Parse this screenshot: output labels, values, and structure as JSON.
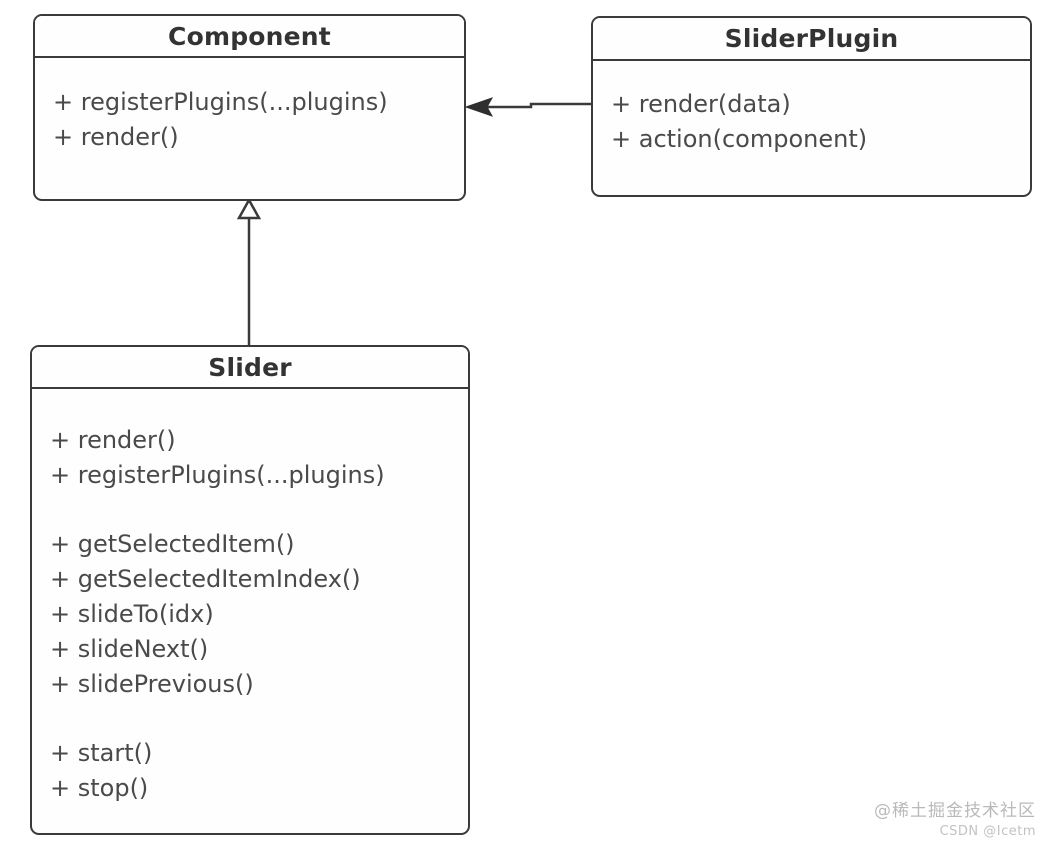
{
  "diagram": {
    "type": "uml-class-diagram",
    "classes": [
      {
        "id": "component",
        "name": "Component",
        "groups": [
          {
            "members": [
              "+ registerPlugins(...plugins)",
              "+ render()"
            ]
          }
        ]
      },
      {
        "id": "sliderplugin",
        "name": "SliderPlugin",
        "groups": [
          {
            "members": [
              "+ render(data)",
              "+ action(component)"
            ]
          }
        ]
      },
      {
        "id": "slider",
        "name": "Slider",
        "groups": [
          {
            "members": [
              "+ render()",
              "+ registerPlugins(...plugins)"
            ]
          },
          {
            "members": [
              "+ getSelectedItem()",
              "+ getSelectedItemIndex()",
              "+ slideTo(idx)",
              "+ slideNext()",
              "+ slidePrevious()"
            ]
          },
          {
            "members": [
              "+ start()",
              "+ stop()"
            ]
          }
        ]
      }
    ],
    "relations": [
      {
        "id": "generalization-slider-component",
        "kind": "generalization",
        "from": "Slider",
        "to": "Component",
        "arrowhead": "hollow-triangle"
      },
      {
        "id": "association-sliderplugin-component",
        "kind": "association",
        "from": "SliderPlugin",
        "to": "Component",
        "arrowhead": "solid-arrow"
      }
    ],
    "colors": {
      "stroke": "#3a3a3a",
      "title_text": "#333333",
      "member_text": "#4a4a4a",
      "box_fill": "#fefefe",
      "background": "#ffffff",
      "watermark_text": "#b9b9b9"
    }
  },
  "watermark": {
    "main": "@稀土掘金技术社区",
    "sub": "CSDN @Icetm"
  }
}
